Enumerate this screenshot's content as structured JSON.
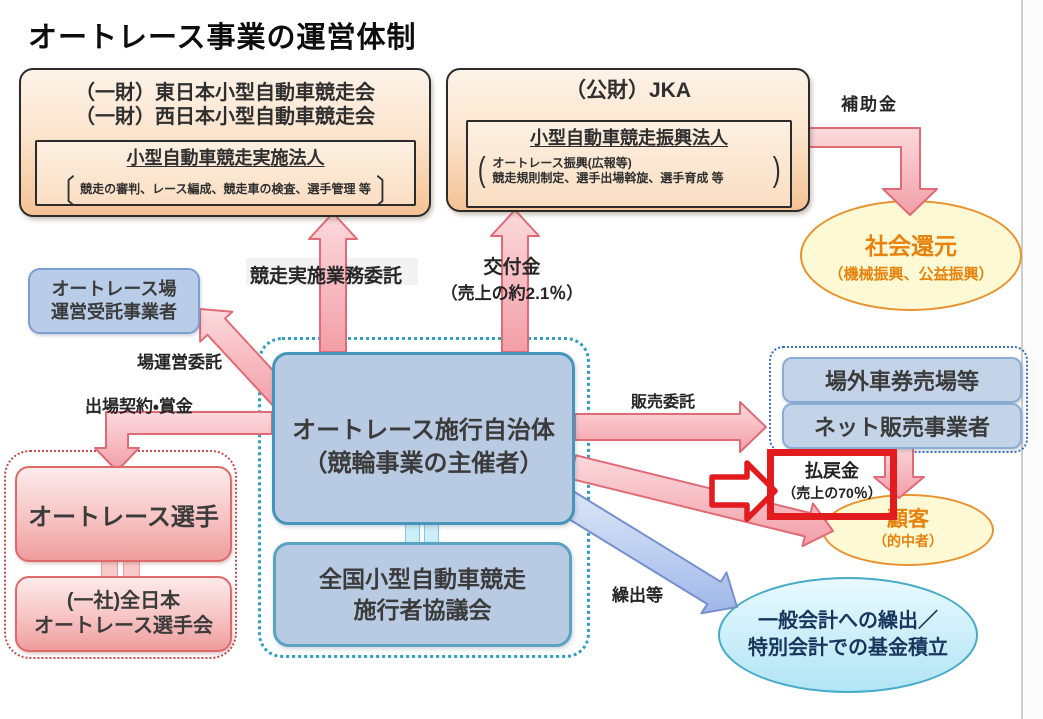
{
  "title": "オートレース事業の運営体制",
  "colors": {
    "pink_fill_light": "#fbdadd",
    "pink_fill_dark": "#f39ea7",
    "pink_edge": "#e06b76",
    "blue_fill_light": "#dde6f8",
    "blue_fill_dark": "#9fb7e8",
    "blue_edge": "#7690cf",
    "red_accent": "#e21b1e",
    "orange_text": "#e8820c",
    "navy_text": "#17365d"
  },
  "org_east_west": {
    "line1": "（一財）東日本小型自動車競走会",
    "line2": "（一財）西日本小型自動車競走会",
    "entity": "小型自動車競走実施法人",
    "bracket_open": "〔",
    "note": "競走の審判、レース編成、競走車の検査、選手管理 等",
    "bracket_close": "〕"
  },
  "org_jka": {
    "title": "（公財）JKA",
    "entity": "小型自動車競走振興法人",
    "bracket_open": "(",
    "note_line1": "オートレース振興(広報等)",
    "note_line2": "競走規則制定、選手出場斡旋、選手育成 等",
    "bracket_close": ")"
  },
  "org_track_operator": {
    "line1": "オートレース場",
    "line2": "運営受託事業者"
  },
  "org_municipality": {
    "line1": "オートレース施行自治体",
    "line2": "（競輪事業の主催者）"
  },
  "org_council": {
    "line1": "全国小型自動車競走",
    "line2": "施行者協議会"
  },
  "org_racers": {
    "label": "オートレース選手"
  },
  "org_racers_assoc": {
    "line1": "(一社)全日本",
    "line2": "オートレース選手会"
  },
  "org_offtrack": {
    "label": "場外車券売場等"
  },
  "org_net_sales": {
    "label": "ネット販売事業者"
  },
  "ellipse_social": {
    "title": "社会還元",
    "subtitle": "（機械振興、公益振興）"
  },
  "ellipse_customer": {
    "title": "顧客",
    "subtitle": "（的中者）"
  },
  "ellipse_account": {
    "line1": "一般会計への繰出／",
    "line2": "特別会計での基金積立"
  },
  "flow_labels": {
    "subsidy": "補助金",
    "race_delegation": "競走実施業務委託",
    "grant_line1": "交付金",
    "grant_line2": "（売上の約2.1％）",
    "venue_mgmt": "場運営委託",
    "contract_prize": "出場契約・賞金",
    "sales_delegation": "販売委託",
    "payout_line1": "払戻金",
    "payout_line2": "（売上の70％）",
    "transfer": "繰出等"
  }
}
